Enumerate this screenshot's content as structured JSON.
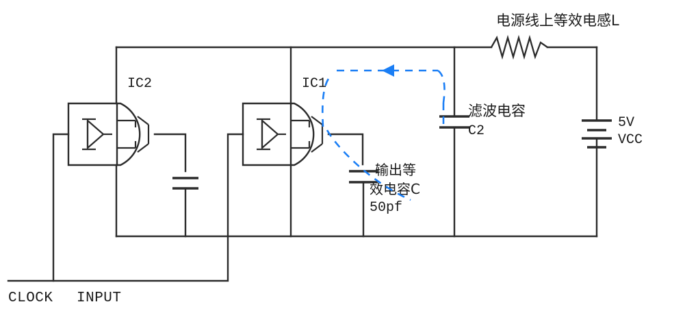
{
  "diagram": {
    "title_note": "电源线上等效电感L",
    "labels": {
      "ic2": "IC2",
      "ic1": "IC1",
      "filter_cap_name": "滤波电容",
      "filter_cap_ref": "C2",
      "output_cap_line1": "输出等",
      "output_cap_line2": "效电容C",
      "output_cap_value": "50pf",
      "supply_voltage": "5V",
      "supply_rail": "VCC",
      "clock": "CLOCK",
      "input": "INPUT"
    },
    "colors": {
      "wire": "#2b2b2b",
      "current_loop": "#1a7ef5",
      "background": "#ffffff",
      "text": "#1a1a1a"
    },
    "components": [
      {
        "name": "inductor-L",
        "type": "inductor",
        "label": "电源线上等效电感L"
      },
      {
        "name": "capacitor-C2",
        "type": "capacitor",
        "label": "滤波电容 C2"
      },
      {
        "name": "capacitor-C-output",
        "type": "capacitor",
        "label": "输出等效电容C 50pf"
      },
      {
        "name": "capacitor-ic2-output",
        "type": "capacitor",
        "label": ""
      },
      {
        "name": "battery-vcc",
        "type": "battery",
        "label": "5V VCC"
      },
      {
        "name": "gate-ic1",
        "type": "logic-gate",
        "label": "IC1"
      },
      {
        "name": "gate-ic2",
        "type": "logic-gate",
        "label": "IC2"
      }
    ],
    "current_loop": {
      "name": "transient-current-loop",
      "direction": "counter-clockwise",
      "arrow_direction": "left"
    }
  }
}
